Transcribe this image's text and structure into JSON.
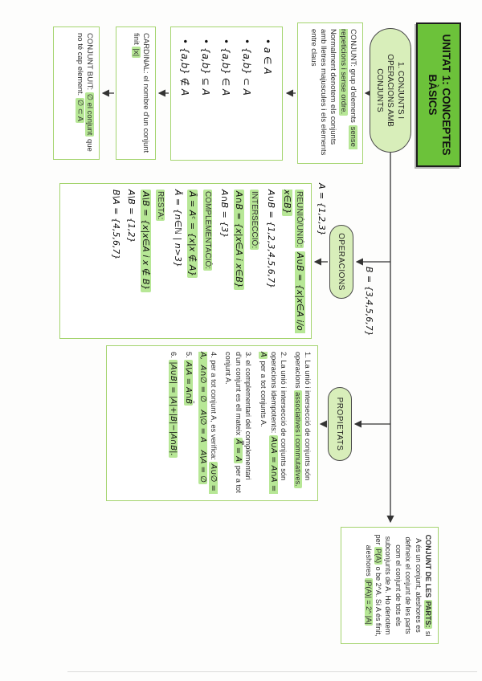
{
  "colors": {
    "title_bg": "#6cc23a",
    "node_fill": "#d8eeba",
    "node_border": "#4a4a4a",
    "box_border": "#a4d46e",
    "highlight": "#b7e796",
    "line": "#333333"
  },
  "title": "UNITAT 1: CONCEPTES BÀSICS",
  "root_node": "1. CONJUNTS I OPERACIONS AMB CONJUNTS",
  "nodes": {
    "operacions": "OPERACIONS",
    "propietats": "PROPIETATS"
  },
  "conjunt": {
    "label": "CONJUNT:",
    "text_before": " grup d'elements ",
    "highlighted": "sense repeticions i sense ordre.",
    "text_after": " Normalment denotem els conjunts amb lletres majuscules i els elements entre claus"
  },
  "examples": {
    "items": [
      "• a ∈ A",
      "• {a,b} ⊂ A",
      "• {a,b} ∈ A",
      "• {a,b} ⊆ A",
      "• {a,b} ∉ A"
    ]
  },
  "cardinal": {
    "label": "CARDINAL:",
    "text": " el nombre d'un conjunt finit ",
    "highlighted": "|x|"
  },
  "buit": {
    "label": "CONJUNT BUIT:",
    "highlighted_1": "∅ el conjunt",
    "text": " que no té cap element. ",
    "highlighted_2": "∅ ⊂ A"
  },
  "sets": {
    "a": "A = {1,2,3}",
    "b": "B = {3,4,5,6,7}"
  },
  "operations": {
    "reunio_label": "REUNIÓ/UNIÓ:",
    "reunio_formula": "A∪B = {x|x∈A i/o x∈B}",
    "reunio_result": "A∪B = {1,2,3,4,5,6,7}",
    "interseccio_label": "INTERSECCIÓ:",
    "interseccio_formula": "A∩B = {x|x∈A i x∈B}",
    "interseccio_result": "A∩B = {3}",
    "complementacio_label": "COMPLEMENTACIÓ:",
    "complementacio_formula": "Ā = Aᶜ = {x|x ∉ A}",
    "complementacio_result": "Ā = {n∈ℕ | n>3}",
    "resta_label": "RESTA:",
    "resta_formula": "A\\B = {x|x∈A i x ∉ B}",
    "resta_result_1": "A\\B = {1,2}",
    "resta_result_2": "B\\A = {4,5,6,7}"
  },
  "properties": {
    "p1_text": "1. La unió i intersecció de conjunts són operacions ",
    "p1_highlighted": "associatives i commutatives.",
    "p2_text": "2. La unió i intersecció de conjunts són operacions idempotents: ",
    "p2_highlighted": "A∪A = A∩A = A",
    "p2_text_after": " per a tot conjunts A.",
    "p3_text": "3. el complementari del complementari d'un conjunt es ell mateix ",
    "p3_highlighted": "A̿ = A",
    "p3_text_after": " per a tot conjunt A.",
    "p4_text": "4. per a tot conjunt A, es verifica: ",
    "p4_highlighted": "A∪∅ = A,  A∩∅ = ∅   A\\∅ = A   A\\A = ∅",
    "p5_number": "5. ",
    "p5_highlighted": "A\\A = A∩B̄",
    "p6_number": "6. ",
    "p6_highlighted": "|A∪B| = |A|+|B|−|A∩B|."
  },
  "parts": {
    "label_prefix": "CONJUNT DE LES ",
    "label_highlighted": "PARTS:",
    "text_1": " si A és un conjunt, aleshores es defineix el conjunt de les parts com el conjunt de tots els subconjunts de A. Ho denotem per ",
    "highlighted_1": "P(A)",
    "text_2": " o be 2^A. Si A és finit, aleshores ",
    "highlighted_2": "|P(A)| = 2^ |A|"
  }
}
